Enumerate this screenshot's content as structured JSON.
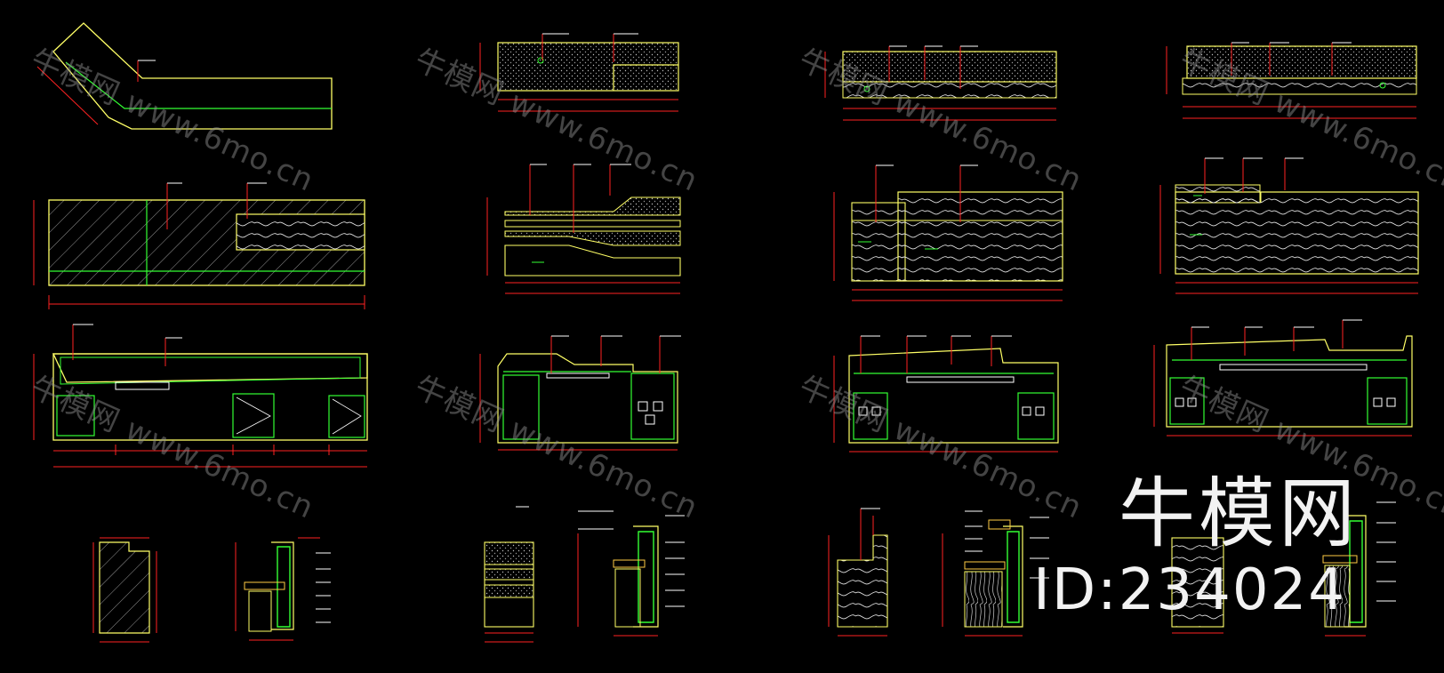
{
  "watermark": {
    "brand": "牛模网",
    "url": "www.6mo.cn"
  },
  "brand_logo": "牛模网",
  "id_label": "ID:234024",
  "colors": {
    "background": "#000000",
    "outline": "#ffff66",
    "accent": "#33ff33",
    "dimension": "#ff2222",
    "watermark": "#8c8c8c",
    "text": "#f2f2f2"
  }
}
